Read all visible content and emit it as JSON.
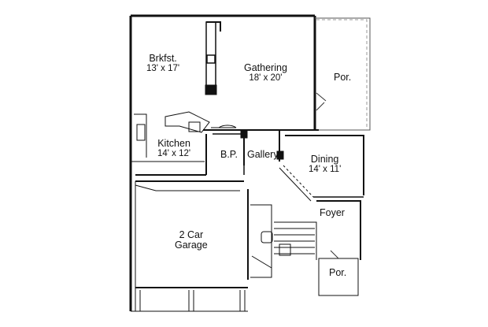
{
  "floor_plan": {
    "rooms": [
      {
        "id": "brkfst",
        "name": "Brkfst.",
        "dims": "13' x 17'"
      },
      {
        "id": "gathering",
        "name": "Gathering",
        "dims": "18' x 20'"
      },
      {
        "id": "porch_top",
        "name": "Por.",
        "dims": ""
      },
      {
        "id": "kitchen",
        "name": "Kitchen",
        "dims": "14' x 12'"
      },
      {
        "id": "bp",
        "name": "B.P.",
        "dims": ""
      },
      {
        "id": "gallery",
        "name": "Gallery",
        "dims": ""
      },
      {
        "id": "dining",
        "name": "Dining",
        "dims": "14' x 11'"
      },
      {
        "id": "foyer",
        "name": "Foyer",
        "dims": ""
      },
      {
        "id": "garage",
        "name": "2 Car",
        "dims": "Garage"
      },
      {
        "id": "porch_bottom",
        "name": "Por.",
        "dims": ""
      }
    ],
    "colors": {
      "wall": "#111111",
      "line": "#333333",
      "background": "#ffffff"
    }
  }
}
